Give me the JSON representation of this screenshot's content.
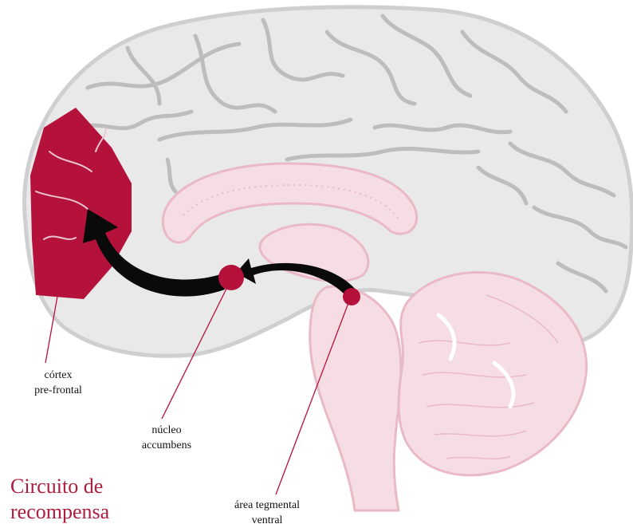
{
  "title": {
    "line1": "Circuito de",
    "line2": "recompensa",
    "color": "#b01c3d"
  },
  "labels": {
    "prefrontal_cortex": {
      "line1": "córtex",
      "line2": "pre-frontal"
    },
    "nucleus_accumbens": {
      "line1": "núcleo",
      "line2": "accumbens"
    },
    "ventral_tegmental_area": {
      "line1": "área tegmental",
      "line2": "ventral"
    }
  },
  "colors": {
    "brain_fill": "#e9e9ea",
    "sulcus": "#bdbdbf",
    "outline": "#cfcfd1",
    "deep_structures": "#f6dde4",
    "deep_outline": "#e9b9c6",
    "highlight": "#b4123a",
    "pathway_arrow": "#0a0a0a",
    "leader_line": "#b4123a"
  },
  "icons": {
    "pathway": "arrow-icon",
    "region_marker": "dot-icon"
  }
}
